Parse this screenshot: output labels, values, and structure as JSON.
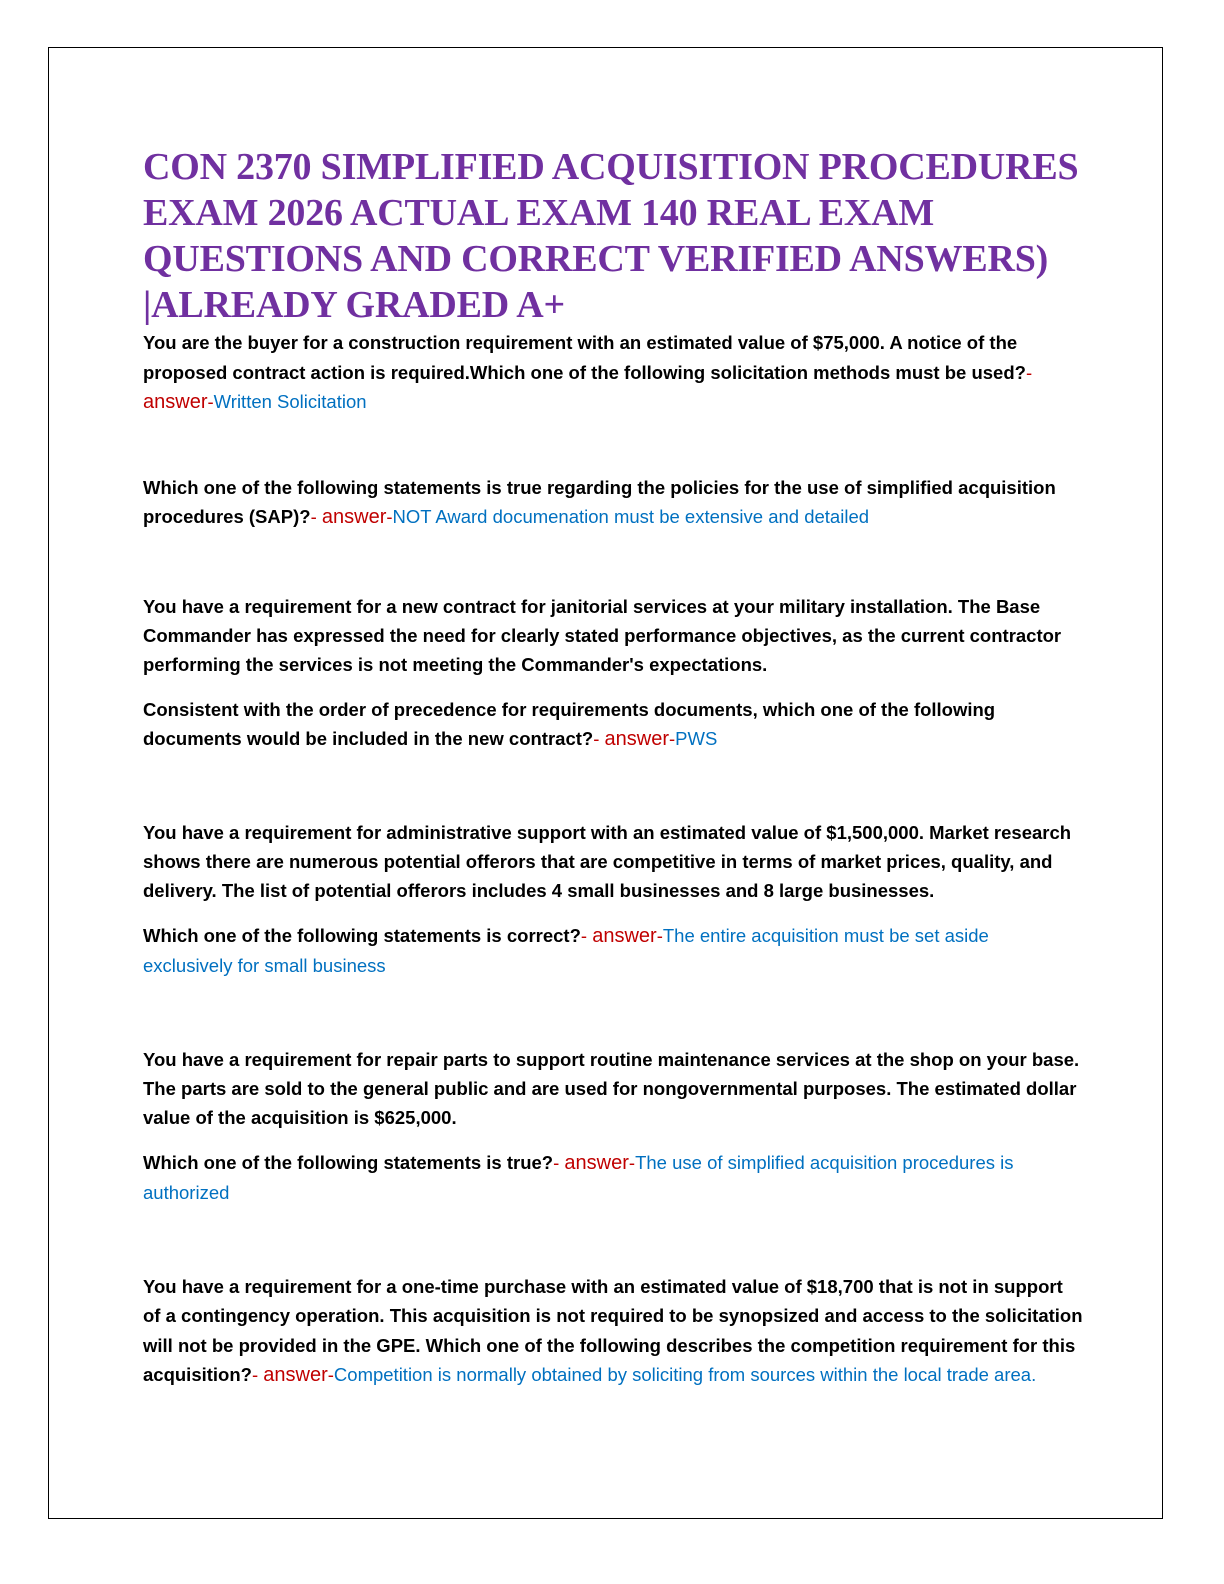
{
  "document": {
    "title": "CON 2370 SIMPLIFIED ACQUISITION PROCEDURES EXAM 2026 ACTUAL EXAM 140 REAL EXAM QUESTIONS AND CORRECT VERIFIED ANSWERS) |ALREADY GRADED A+",
    "answer_separator": "- ",
    "answer_label": "answer",
    "answer_dash": "-",
    "colors": {
      "title": "#7030a0",
      "question": "#000000",
      "answer_label": "#c00000",
      "answer_text": "#0070c0"
    }
  },
  "questions": [
    {
      "question": "You are the buyer for a construction requirement with an estimated value of $75,000. A notice of the proposed contract action is required.Which one of the following solicitation methods must be used?",
      "answer": "Written Solicitation"
    },
    {
      "question": "Which one of the following statements is true regarding the policies for the use of simplified acquisition procedures (SAP)?",
      "answer": "NOT Award documenation must be extensive and detailed"
    },
    {
      "intro": "You have a requirement for a new contract for janitorial services at your military installation. The Base Commander has expressed the need for clearly stated performance objectives, as the current contractor performing the services is not meeting the Commander's expectations.",
      "question": "Consistent with the order of precedence for requirements documents, which one of the following documents would be included in the new contract?",
      "answer": "PWS"
    },
    {
      "intro": "You have a requirement for administrative support with an estimated value of $1,500,000. Market research shows there are numerous potential offerors that are competitive in terms of market prices, quality, and delivery. The list of potential offerors includes 4 small businesses and 8 large businesses.",
      "question": "Which one of the following statements is correct?",
      "answer": "The entire acquisition must be set aside exclusively for small business"
    },
    {
      "intro": "You have a requirement for repair parts to support routine maintenance services at the shop on your base. The parts are sold to the general public and are used for nongovernmental purposes. The estimated dollar value of the acquisition is $625,000.",
      "question": "Which one of the following statements is true?",
      "answer": "The use of simplified acquisition procedures is authorized"
    },
    {
      "question": "You have a requirement for a one-time purchase with an estimated value of $18,700 that is not in support of a contingency operation. This acquisition is not required to be synopsized and access to the solicitation will not be provided in the GPE. Which one of the following describes the competition requirement for this acquisition?",
      "answer": "Competition is normally obtained by soliciting from sources within the local trade area."
    }
  ]
}
